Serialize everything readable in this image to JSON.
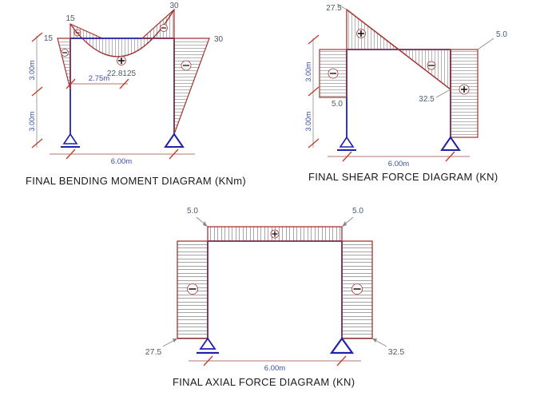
{
  "page": {
    "background": "#ffffff",
    "frame_color": "#2222a8",
    "diagram_color": "#a83232",
    "dim_text_color": "#3b4fa0",
    "value_text_color": "#4a5a6a",
    "hatch_color": "#111111",
    "leader_color": "#8a8a8a",
    "tick_color": "#c0392b"
  },
  "diagrams": [
    {
      "id": "bmd",
      "title": "FINAL BENDING MOMENT DIAGRAM (KNm)",
      "unit": "KNm",
      "span_label": "6.00m",
      "height_labels": [
        "3.00m",
        "3.00m"
      ],
      "extra_dim_label": "2.75m",
      "supports": {
        "left": "roller-pin",
        "right": "pin"
      },
      "values": [
        {
          "name": "left-column-top-outer",
          "label": "15",
          "sign": "-"
        },
        {
          "name": "left-joint-beam",
          "label": "15",
          "sign": "-"
        },
        {
          "name": "right-joint-top",
          "label": "30",
          "sign": "-"
        },
        {
          "name": "right-column-outer",
          "label": "30",
          "sign": "-"
        },
        {
          "name": "beam-midspan-sag",
          "label": "22.8125",
          "sign": "+"
        }
      ]
    },
    {
      "id": "sfd",
      "title": "FINAL SHEAR FORCE DIAGRAM (KN)",
      "unit": "KN",
      "span_label": "6.00m",
      "height_labels": [
        "3.00m",
        "3.00m"
      ],
      "supports": {
        "left": "roller-pin",
        "right": "pin"
      },
      "values": [
        {
          "name": "left-top-shear",
          "label": "27.5",
          "sign": "+"
        },
        {
          "name": "left-column-shear",
          "label": "5.0",
          "sign": "-"
        },
        {
          "name": "right-column-top-shear",
          "label": "5.0",
          "sign": "+"
        },
        {
          "name": "beam-right-end-shear",
          "label": "32.5",
          "sign": "-"
        }
      ]
    },
    {
      "id": "afd",
      "title": "FINAL AXIAL FORCE DIAGRAM (KN)",
      "unit": "KN",
      "span_label": "6.00m",
      "supports": {
        "left": "roller-pin",
        "right": "pin"
      },
      "values": [
        {
          "name": "beam-left-axial",
          "label": "5.0",
          "sign": "+"
        },
        {
          "name": "beam-right-axial",
          "label": "5.0",
          "sign": "+"
        },
        {
          "name": "left-column-axial",
          "label": "27.5",
          "sign": "-"
        },
        {
          "name": "right-column-axial",
          "label": "32.5",
          "sign": "-"
        }
      ]
    }
  ]
}
